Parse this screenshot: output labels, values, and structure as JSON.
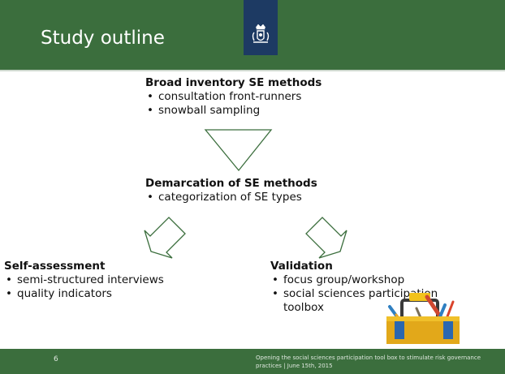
{
  "title": "Study outline",
  "inventory": {
    "heading": "Broad inventory SE methods",
    "items": [
      "consultation front-runners",
      "snowball sampling"
    ]
  },
  "demarcation": {
    "heading": "Demarcation of SE methods",
    "items": [
      "categorization of SE types"
    ]
  },
  "self_assessment": {
    "heading": "Self-assessment",
    "items": [
      "semi-structured interviews",
      "quality indicators"
    ]
  },
  "validation": {
    "heading": "Validation",
    "items": [
      "focus group/workshop",
      "social sciences participation toolbox"
    ]
  },
  "footer": {
    "page": "6",
    "text": "Opening the social sciences participation tool box to stimulate risk governance practices | June 15th, 2015"
  },
  "colors": {
    "header_green": "#3b6e3d",
    "ribbon_navy": "#1d3a63"
  },
  "icons": {
    "logo": "coat-of-arms-icon",
    "toolbox": "toolbox-image"
  }
}
